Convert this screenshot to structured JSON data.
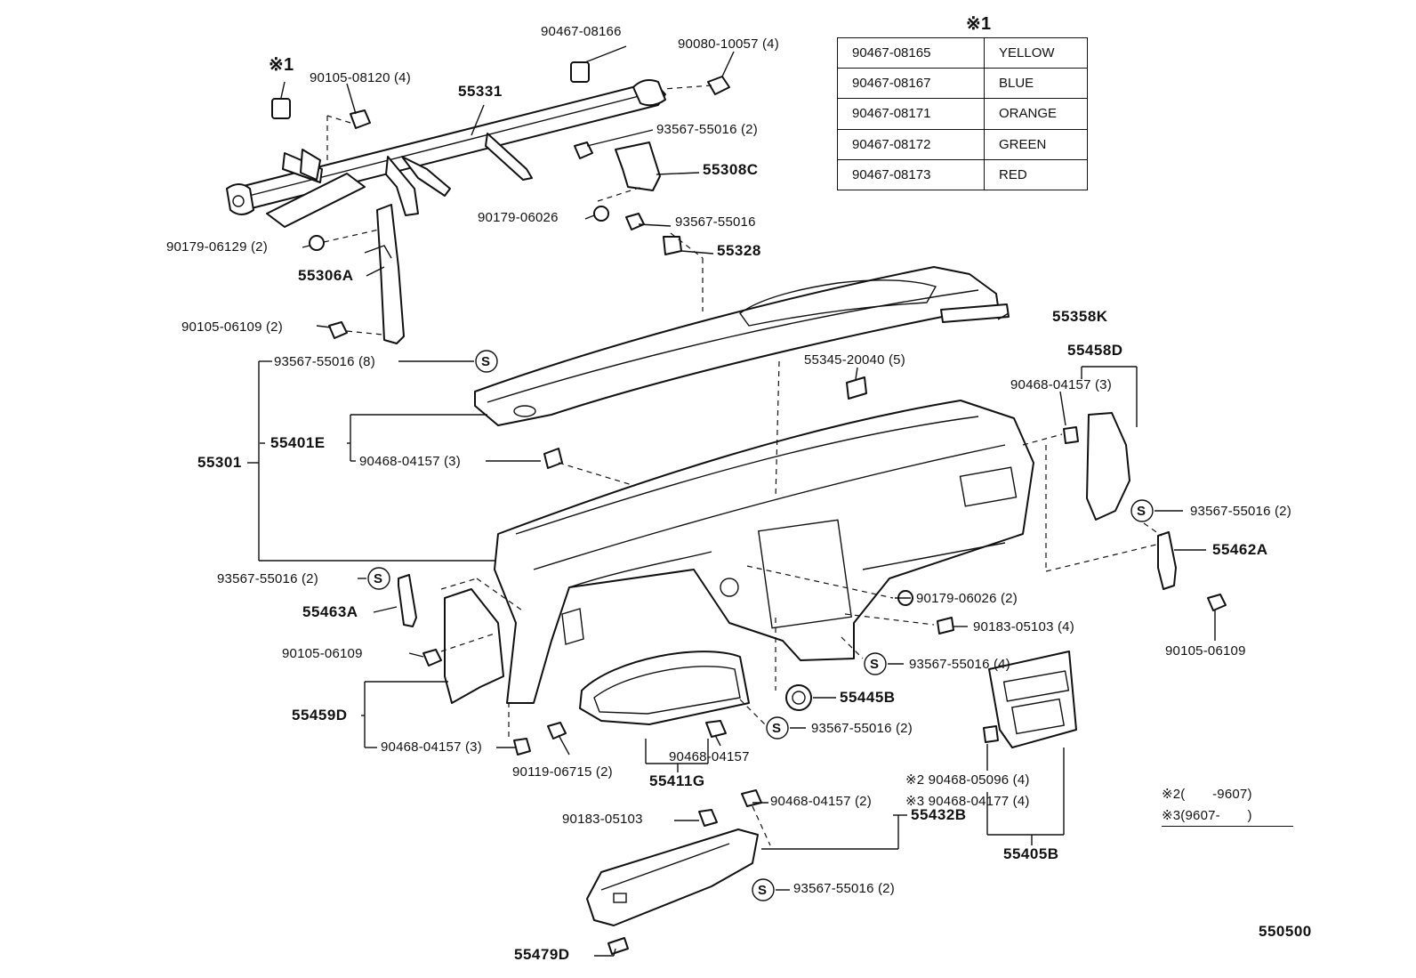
{
  "color_table": {
    "mark": "※1",
    "rows": [
      {
        "part": "90467-08165",
        "color": "YELLOW"
      },
      {
        "part": "90467-08167",
        "color": "BLUE"
      },
      {
        "part": "90467-08171",
        "color": "ORANGE"
      },
      {
        "part": "90467-08172",
        "color": "GREEN"
      },
      {
        "part": "90467-08173",
        "color": "RED"
      }
    ]
  },
  "callouts": {
    "l_90467_08166": "90467-08166",
    "l_90080_10057": "90080-10057 (4)",
    "l_mark1": "※1",
    "l_90105_08120": "90105-08120 (4)",
    "l_55331": "55331",
    "l_93567_55016_2a": "93567-55016 (2)",
    "l_55308c": "55308C",
    "l_90179_06026": "90179-06026",
    "l_93567_55016": "93567-55016",
    "l_55328": "55328",
    "l_90179_06129": "90179-06129 (2)",
    "l_55306a": "55306A",
    "l_90105_06109_2": "90105-06109 (2)",
    "l_55358k": "55358K",
    "l_55345_20040": "55345-20040 (5)",
    "l_93567_55016_8": "93567-55016 (8)",
    "l_55458d": "55458D",
    "l_90468_04157_3a": "90468-04157 (3)",
    "l_55401e": "55401E",
    "l_90468_04157_3b": "90468-04157 (3)",
    "l_55301": "55301",
    "l_93567_55016_2b": "93567-55016 (2)",
    "l_55462a": "55462A",
    "l_93567_55016_2c": "93567-55016 (2)",
    "l_90179_06026_2": "90179-06026 (2)",
    "l_55463a": "55463A",
    "l_90183_05103_4": "90183-05103 (4)",
    "l_90105_06109a": "90105-06109",
    "l_90105_06109b": "90105-06109",
    "l_93567_55016_4": "93567-55016 (4)",
    "l_55445b": "55445B",
    "l_55459d": "55459D",
    "l_93567_55016_2d": "93567-55016 (2)",
    "l_90468_04157": "90468-04157",
    "l_90468_04157_3c": "90468-04157 (3)",
    "l_90119_06715": "90119-06715 (2)",
    "l_55411g": "55411G",
    "l_90468_05096": "※2 90468-05096 (4)",
    "l_90468_04177": "※3 90468-04177 (4)",
    "l_90468_04157_2": "90468-04157 (2)",
    "l_90183_05103": "90183-05103",
    "l_55432b": "55432B",
    "l_55405b": "55405B",
    "l_93567_55016_2e": "93567-55016 (2)",
    "l_55479d": "55479D",
    "l_drawing_no": "550500"
  },
  "legend": {
    "note2": "※2(       -9607)",
    "note3": "※3(9607-       )"
  },
  "s_mark": "S"
}
